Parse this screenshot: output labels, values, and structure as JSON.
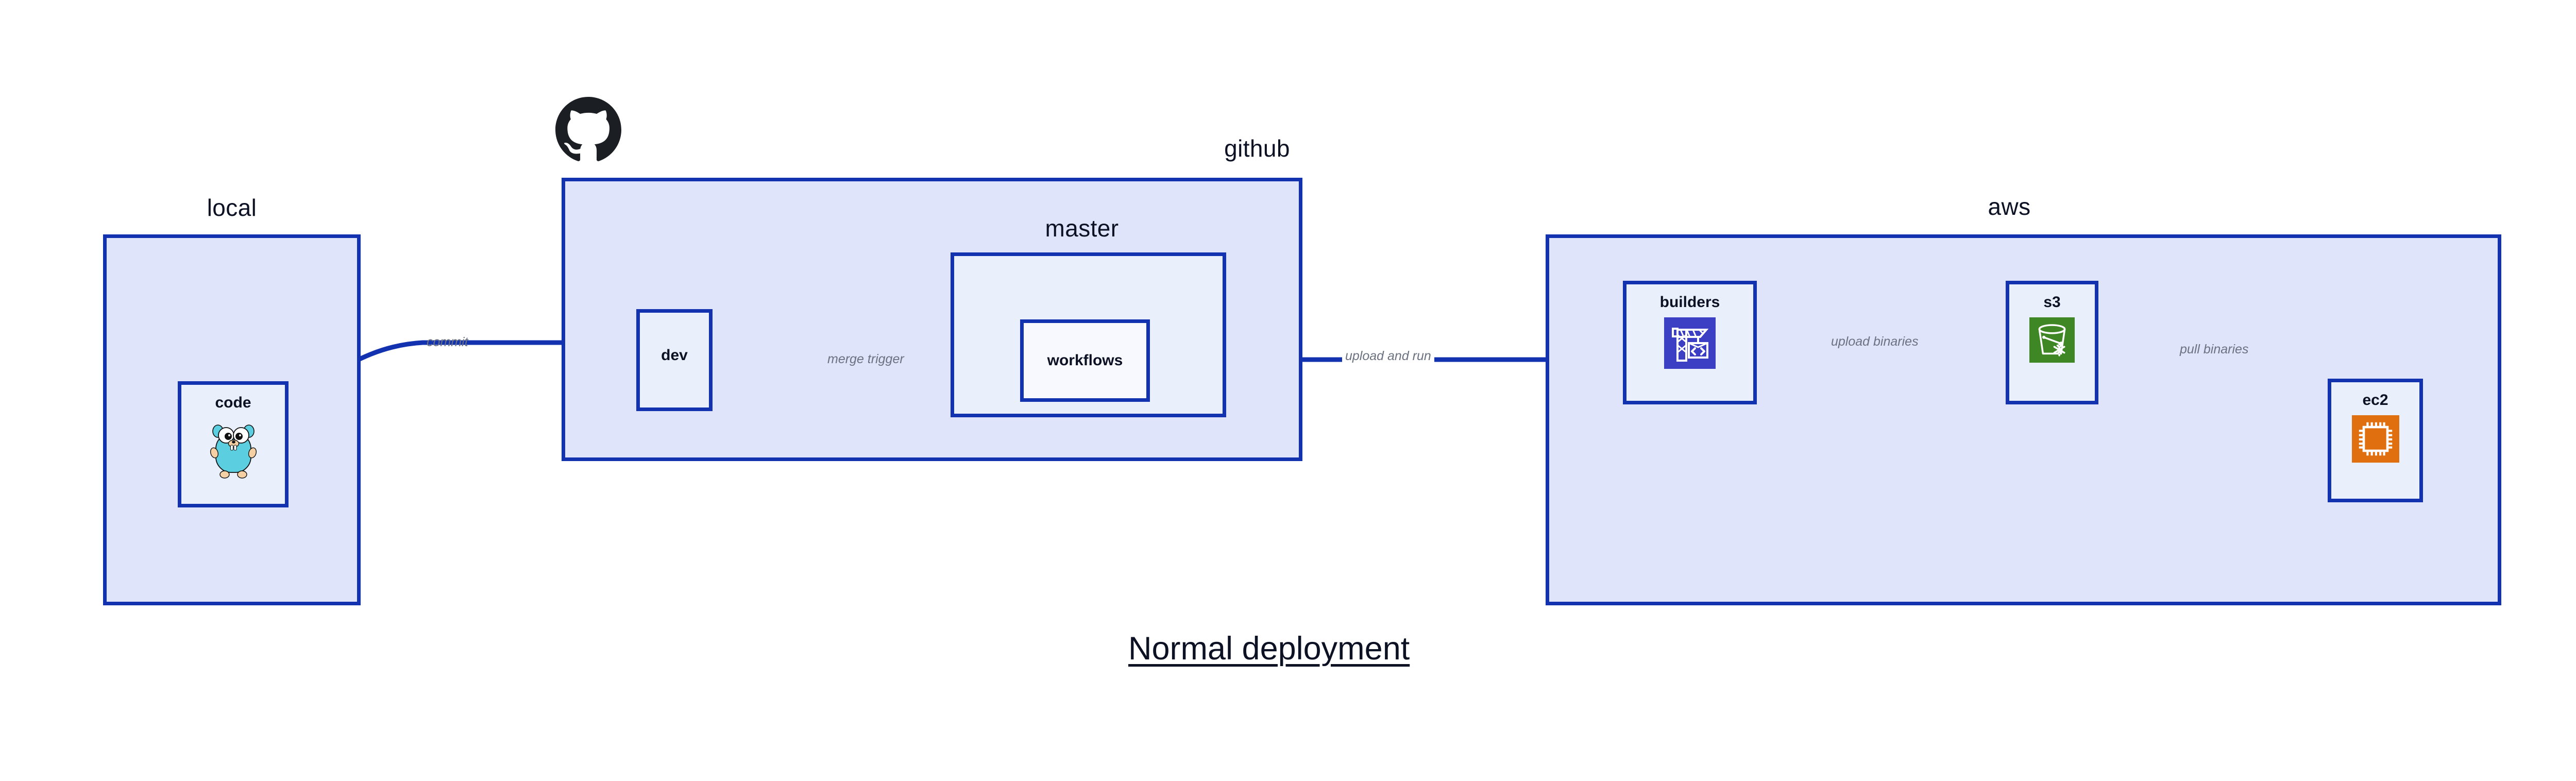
{
  "diagram": {
    "title": "Normal deployment",
    "accent_border": "#1332b0",
    "cluster_fill": "#dfe4fb",
    "node_fill": "#eaeffc",
    "label_color": "#0d1124",
    "edge_label_color": "#6b7280"
  },
  "clusters": [
    {
      "id": "local",
      "label": "local"
    },
    {
      "id": "github",
      "label": "github"
    },
    {
      "id": "master",
      "label": "master"
    },
    {
      "id": "aws",
      "label": "aws"
    }
  ],
  "nodes": [
    {
      "id": "code",
      "label": "code",
      "icon": "go-gopher-icon",
      "icon_color": "#5bcfdf"
    },
    {
      "id": "dev",
      "label": "dev",
      "icon": "none",
      "icon_color": ""
    },
    {
      "id": "workflows",
      "label": "workflows",
      "icon": "none",
      "icon_color": ""
    },
    {
      "id": "builders",
      "label": "builders",
      "icon": "aws-codebuild-icon",
      "icon_color": "#3c3ec4"
    },
    {
      "id": "s3",
      "label": "s3",
      "icon": "aws-s3-glacier-icon",
      "icon_color": "#3f8624"
    },
    {
      "id": "ec2",
      "label": "ec2",
      "icon": "aws-ec2-icon",
      "icon_color": "#e0700f"
    }
  ],
  "edges": [
    {
      "id": "code-dev",
      "label": "commit",
      "from": "code",
      "to": "dev"
    },
    {
      "id": "dev-workflows",
      "label": "merge trigger",
      "from": "dev",
      "to": "workflows"
    },
    {
      "id": "workflows-build",
      "label": "upload and run",
      "from": "workflows",
      "to": "builders"
    },
    {
      "id": "builders-s3",
      "label": "upload binaries",
      "from": "builders",
      "to": "s3"
    },
    {
      "id": "s3-ec2",
      "label": "pull binaries",
      "from": "s3",
      "to": "ec2"
    }
  ],
  "logos": [
    {
      "id": "github-logo",
      "name": "github-octocat-icon",
      "color": "#1b1f23"
    }
  ]
}
